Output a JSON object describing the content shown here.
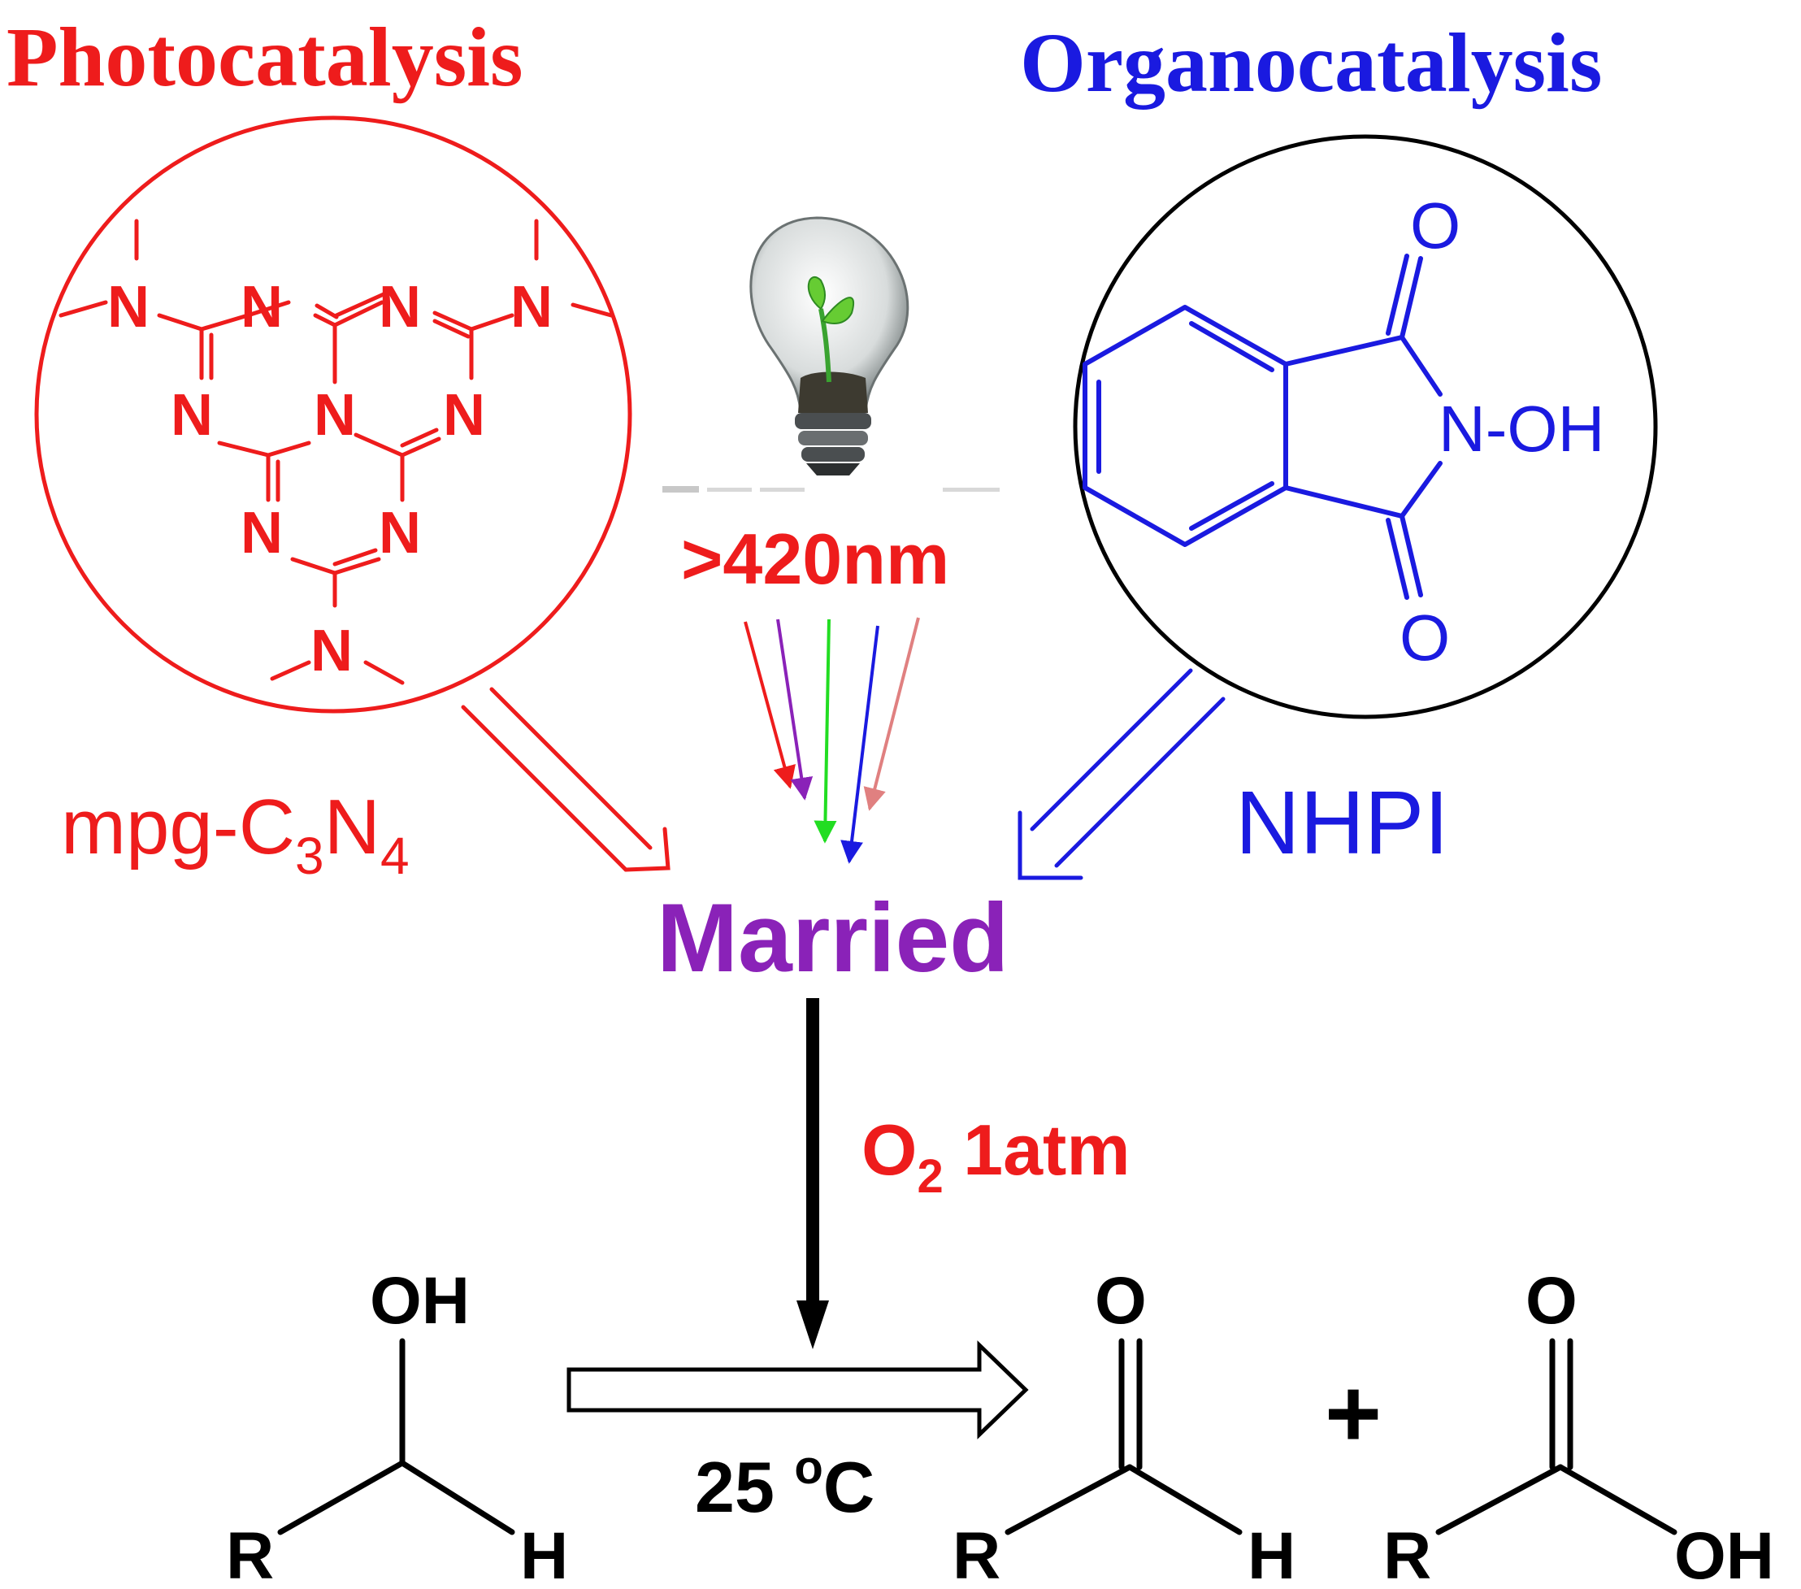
{
  "colors": {
    "photo": "#ee1c1c",
    "organo": "#1a1ae0",
    "married": "#8a22b8",
    "black": "#000000",
    "green": "#22dd22",
    "salmon": "#e08080"
  },
  "icons": {
    "light_source": "lightbulb-with-sprout-icon"
  },
  "headings": {
    "photocatalysis": "Photocatalysis",
    "organocatalysis": "Organocatalysis"
  },
  "catalysts": {
    "photo_name_main": "mpg-C",
    "photo_sub_1": "3",
    "photo_name_mid": "N",
    "photo_sub_2": "4",
    "organo_name": "NHPI"
  },
  "light": {
    "wavelength": ">420nm"
  },
  "center": {
    "married": "Married"
  },
  "conditions": {
    "o2_prefix": "O",
    "o2_sub": "2",
    "o2_suffix": " 1atm",
    "temp_value": "25 ",
    "temp_sup": "o",
    "temp_unit": "C"
  },
  "structures": {
    "melem": {
      "n_atom": "N"
    },
    "nhpi": {
      "o_atom": "O",
      "n_oh": "N-OH"
    },
    "alcohol": {
      "oh": "OH",
      "r": "R",
      "h": "H"
    },
    "aldehyde": {
      "o": "O",
      "r": "R",
      "h": "H"
    },
    "acid": {
      "o": "O",
      "r": "R",
      "oh": "OH"
    },
    "plus": "+"
  }
}
